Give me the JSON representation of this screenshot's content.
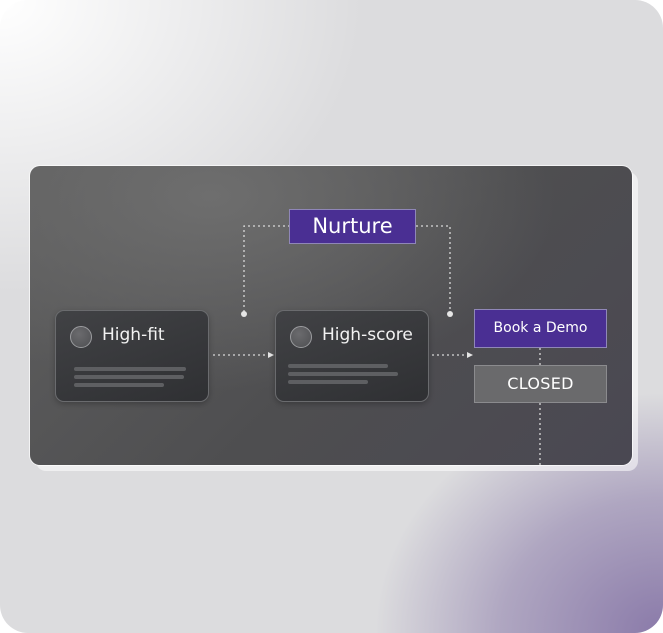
{
  "nodes": {
    "high_fit": {
      "label": "High-fit"
    },
    "high_score": {
      "label": "High-score"
    },
    "nurture": {
      "label": "Nurture"
    },
    "book_demo": {
      "label": "Book a Demo"
    },
    "closed": {
      "label": "CLOSED"
    }
  },
  "colors": {
    "accent": "#4a2f93",
    "closed": "#6a6a6c",
    "card": "#36373a",
    "panel": "#555557",
    "connector": "#d9d9d9"
  },
  "icons": {
    "arrow": "arrow-right-icon",
    "avatar": "avatar-circle-icon"
  }
}
